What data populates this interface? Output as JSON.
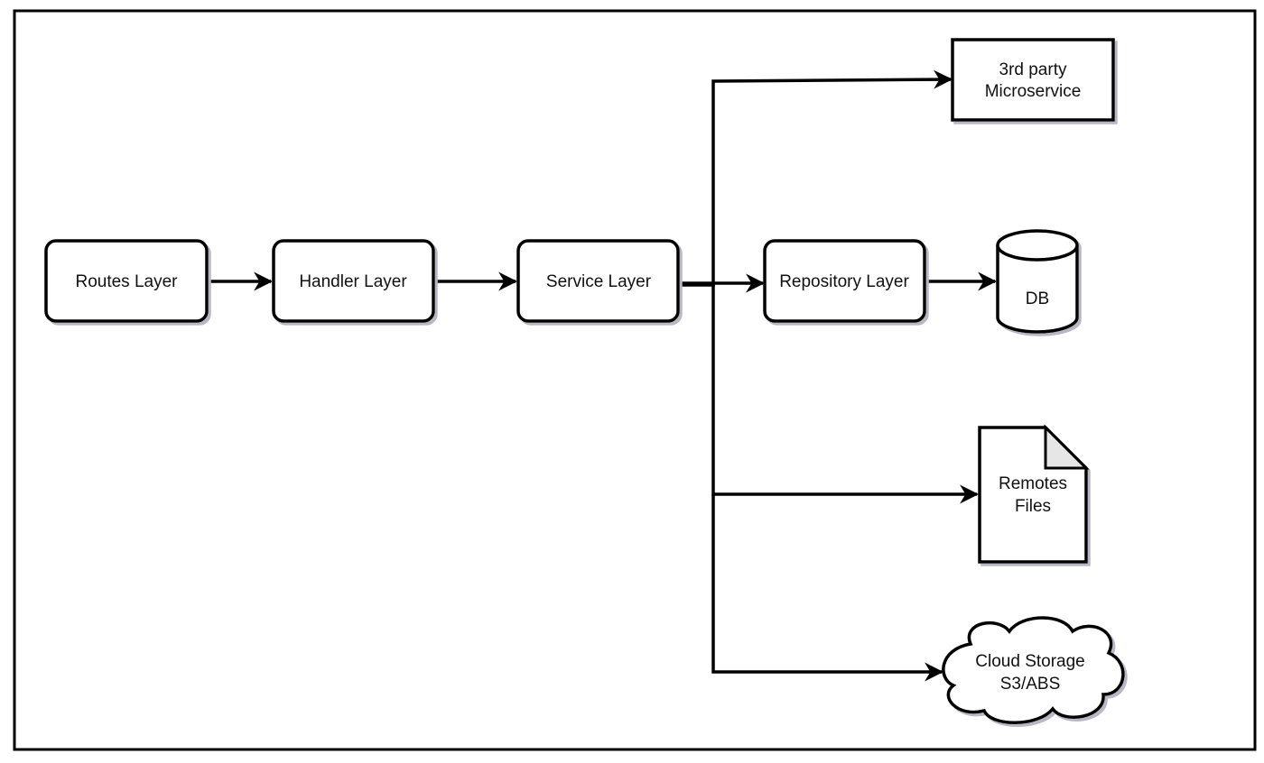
{
  "diagram": {
    "nodes": {
      "routes": {
        "label": "Routes Layer"
      },
      "handler": {
        "label": "Handler Layer"
      },
      "service": {
        "label": "Service Layer"
      },
      "repository": {
        "label": "Repository Layer"
      },
      "db": {
        "label": "DB"
      },
      "microservice": {
        "line1": "3rd party",
        "line2": "Microservice"
      },
      "remote_files": {
        "line1": "Remotes",
        "line2": "Files"
      },
      "cloud_storage": {
        "line1": "Cloud Storage",
        "line2": "S3/ABS"
      }
    },
    "edges": [
      {
        "from": "Routes Layer",
        "to": "Handler Layer"
      },
      {
        "from": "Handler Layer",
        "to": "Service Layer"
      },
      {
        "from": "Service Layer",
        "to": "Repository Layer"
      },
      {
        "from": "Repository Layer",
        "to": "DB"
      },
      {
        "from": "Service Layer",
        "to": "3rd party Microservice"
      },
      {
        "from": "Service Layer",
        "to": "Remotes Files"
      },
      {
        "from": "Service Layer",
        "to": "Cloud Storage S3/ABS"
      }
    ]
  }
}
